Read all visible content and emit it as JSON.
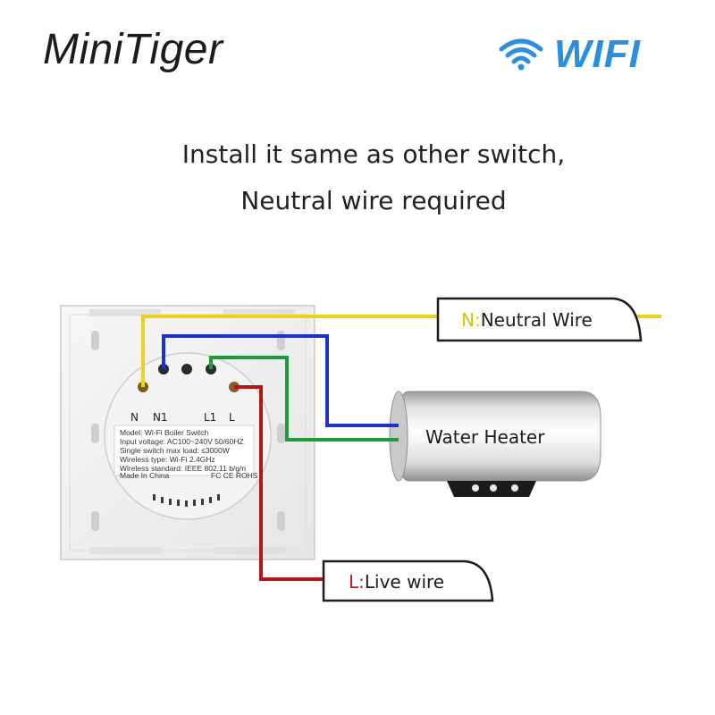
{
  "header": {
    "brand": "MiniTiger",
    "wifi_label": "WIFI",
    "wifi_icon": "wifi-icon",
    "brand_color": "#1c1c1c",
    "wifi_color": "#2b8fe0"
  },
  "captions": {
    "line1": "Install it same as other switch,",
    "line2": "Neutral wire required"
  },
  "switch": {
    "terminals": {
      "n": "N",
      "n1": "N1",
      "l1": "L1",
      "l": "L"
    },
    "plate": {
      "model": "Model:     Wi-Fi Boiler Switch",
      "input": "Input voltage:  AC100~240V  50/60HZ",
      "load": "Single switch max load:  ≤3000W",
      "wireless_type": "Wireless type:   Wi-Fi 2.4GHz",
      "wireless_std": "Wireless standard:   IEEE 802.11 b/g/n",
      "made": "Made In China",
      "marks": "FC CE ROHS"
    }
  },
  "labels": {
    "neutral_prefix": "N:",
    "neutral_text": "Neutral Wire",
    "live_prefix": "L:",
    "live_text": "Live wire",
    "heater": "Water  Heater"
  },
  "colors": {
    "neutral_wire": "#e8d21a",
    "blue_wire": "#1f2fd0",
    "green_wire": "#1f9a3a",
    "live_wire": "#b01818",
    "neutral_prefix": "#d7c214",
    "live_prefix": "#d0161b"
  }
}
